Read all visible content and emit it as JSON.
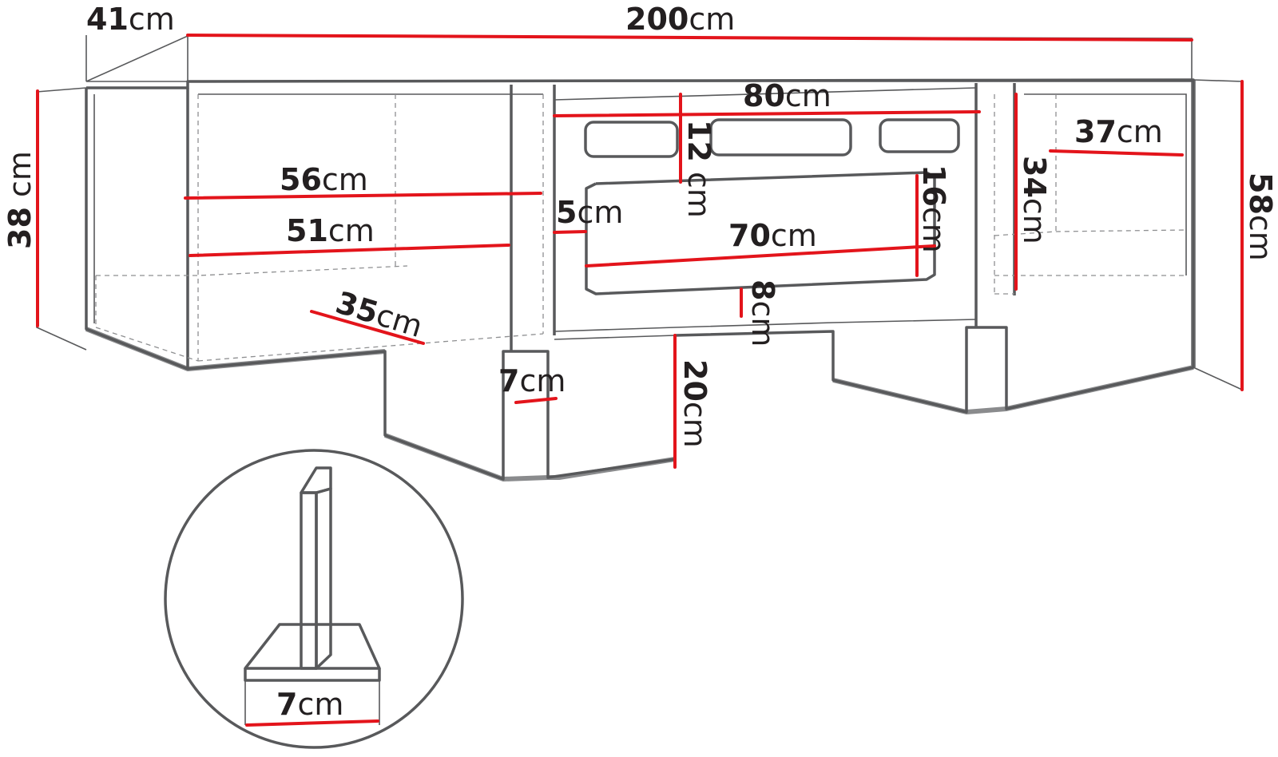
{
  "dimensions": {
    "depth": {
      "value": "41",
      "unit": "cm"
    },
    "width": {
      "value": "200",
      "unit": "cm"
    },
    "left_height": {
      "value": "38",
      "unit": " cm"
    },
    "total_height": {
      "value": "58",
      "unit": "cm"
    },
    "center_width": {
      "value": "80",
      "unit": "cm"
    },
    "top_gap": {
      "value": "12",
      "unit": " cm"
    },
    "left_shelf_width": {
      "value": "56",
      "unit": "cm"
    },
    "left_inner_width": {
      "value": "51",
      "unit": "cm"
    },
    "panel_offset": {
      "value": "5",
      "unit": "cm"
    },
    "left_shelf_depth": {
      "value": "35",
      "unit": "cm"
    },
    "right_shelf_width": {
      "value": "37",
      "unit": "cm"
    },
    "right_height": {
      "value": "34",
      "unit": "cm"
    },
    "opening_height": {
      "value": "16",
      "unit": "cm"
    },
    "opening_width": {
      "value": "70",
      "unit": "cm"
    },
    "bottom_gap": {
      "value": "8",
      "unit": "cm"
    },
    "leg_thickness": {
      "value": "7",
      "unit": "cm"
    },
    "leg_height": {
      "value": "20",
      "unit": "cm"
    },
    "detail_base": {
      "value": "7",
      "unit": "cm"
    }
  },
  "colors": {
    "outline": "#58595b",
    "dimension_line": "#e3141b",
    "text": "#231f20"
  }
}
